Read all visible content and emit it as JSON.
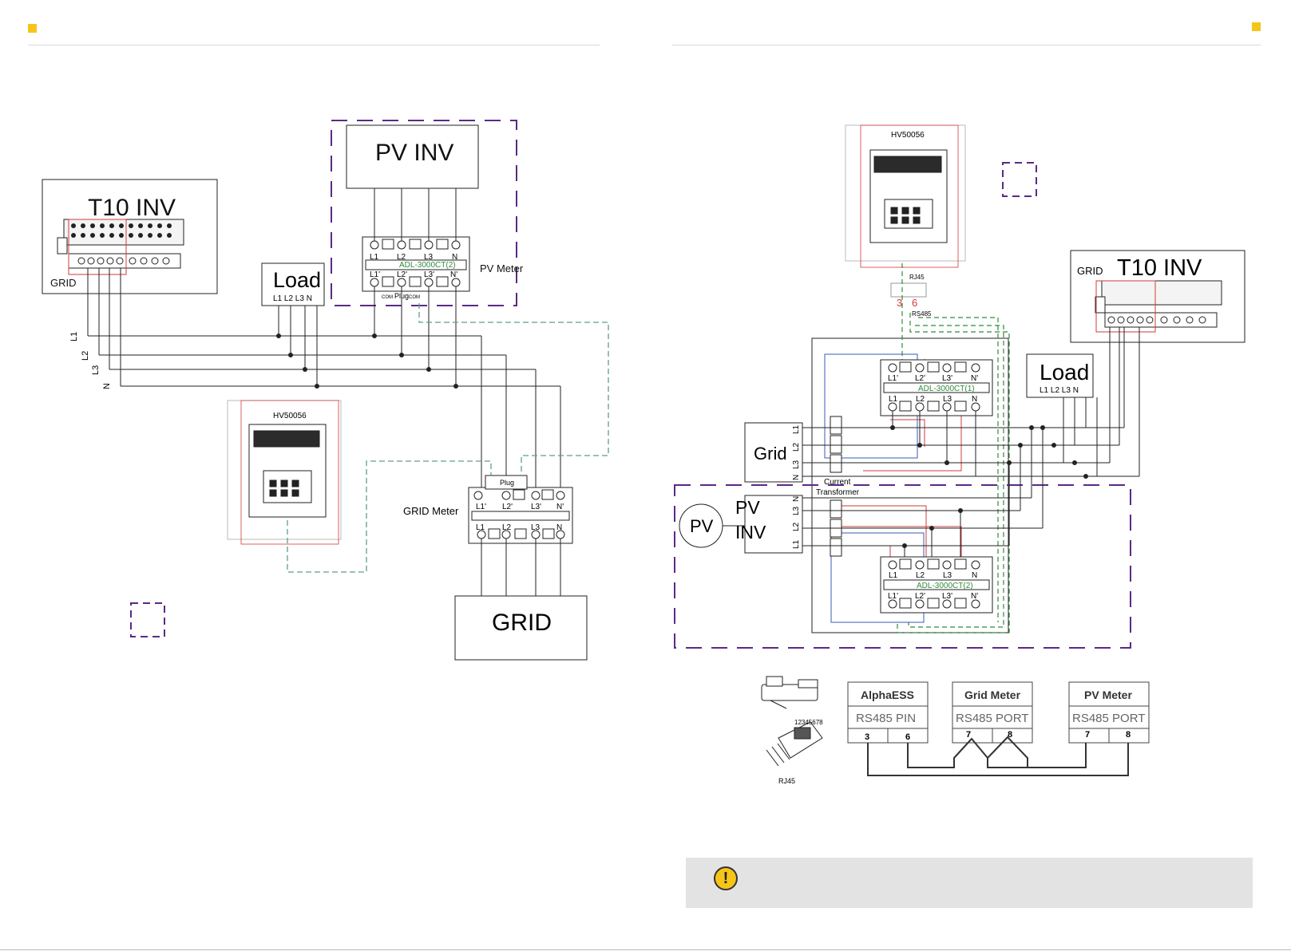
{
  "left": {
    "t10_title": "T10 INV",
    "t10_port": "GRID",
    "pv_inv": "PV INV",
    "load_title": "Load",
    "load_terms": "L1  L2  L3  N",
    "pv_meter_label": "PV Meter",
    "pv_meter_model": "ADL-3000CT(2)",
    "grid_meter_label": "GRID Meter",
    "grid_box": "GRID",
    "hv_model": "HV50056",
    "bus_lines": [
      "L1",
      "L2",
      "L3",
      "N"
    ],
    "meter_top_terms": [
      "L1",
      "L2",
      "L3",
      "N"
    ],
    "meter_bottom_terms": [
      "L1'",
      "L2'",
      "L3'",
      "N'"
    ],
    "grid_meter_top_terms": [
      "L1'",
      "L2'",
      "L3'",
      "N'"
    ],
    "grid_meter_bottom_terms": [
      "L1",
      "L2",
      "L3",
      "N"
    ],
    "plug": "Plug",
    "com": "COM"
  },
  "right": {
    "hv_model": "HV50056",
    "rj45": "RJ45",
    "rs485": "RS485",
    "pin_a": "3",
    "pin_b": "6",
    "t10_title": "T10 INV",
    "t10_port": "GRID",
    "load_title": "Load",
    "load_terms": "L1  L2  L3  N",
    "meter1_model": "ADL-3000CT(1)",
    "meter2_model": "ADL-3000CT(2)",
    "grid_title": "Grid",
    "pv_circle": "PV",
    "pv_inv_line1": "PV",
    "pv_inv_line2": "INV",
    "ct_line1": "Current",
    "ct_line2": "Transformer",
    "phase_labels": [
      "L1",
      "L2",
      "L3",
      "N"
    ],
    "meter_top_terms": [
      "L1'",
      "L2'",
      "L3'",
      "N'"
    ],
    "meter_bottom_terms": [
      "L1",
      "L2",
      "L3",
      "N"
    ],
    "meter2_top_terms": [
      "L1",
      "L2",
      "L3",
      "N"
    ],
    "meter2_bottom_terms": [
      "L1'",
      "L2'",
      "L3'",
      "N'"
    ]
  },
  "table": {
    "alphaess": {
      "title": "AlphaESS",
      "sub": "RS485 PIN",
      "pins": [
        "3",
        "6"
      ]
    },
    "grid_meter": {
      "title": "Grid Meter",
      "sub": "RS485 PORT",
      "pins": [
        "7",
        "8"
      ]
    },
    "pv_meter": {
      "title": "PV Meter",
      "sub": "RS485 PORT",
      "pins": [
        "7",
        "8"
      ]
    },
    "rj45_label": "RJ45",
    "rj45_pins": "12345678"
  },
  "note": {
    "icon": "!"
  },
  "colors": {
    "accent": "#f5c518",
    "dash": "#5a2a86",
    "comm": "#5f9e8f",
    "red": "#d23b3b",
    "blue": "#3a5bb5",
    "green": "#2f8a3a"
  }
}
